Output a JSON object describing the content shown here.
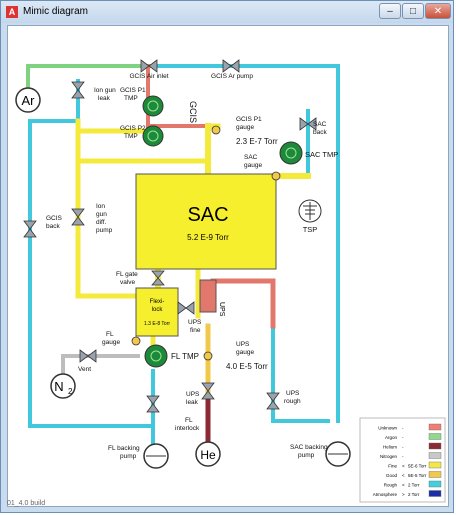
{
  "window": {
    "title": "Mimic diagram",
    "app_icon": "app-logo-icon",
    "buttons": {
      "minimize": "–",
      "maximize": "□",
      "close": "✕"
    }
  },
  "labels": {
    "gcis_air_inlet": "GCIS Air inlet",
    "gcis_ar_pump": "GCIS Ar pump",
    "ar": "Ar",
    "ion_gun_leak_1": "Ion gun",
    "ion_gun_leak_2": "leak",
    "gcis_p1_tmp_1": "GCIS P1",
    "gcis_p1_tmp_2": "TMP",
    "gcis_p2_tmp_1": "GCIS P2",
    "gcis_p2_tmp_2": "TMP",
    "gcis": "GCIS",
    "gcis_p1_gauge_1": "GCIS P1",
    "gcis_p1_gauge_2": "gauge",
    "gcis_p1_pressure": "2.3 E-7 Torr",
    "sac_back_1": "SAC",
    "sac_back_2": "back",
    "sac_gauge_1": "SAC",
    "sac_gauge_2": "gauge",
    "sac_tmp": "SAC TMP",
    "tsp": "TSP",
    "sac": "SAC",
    "sac_pressure": "5.2 E-9 Torr",
    "gcis_back_1": "GCIS",
    "gcis_back_2": "back",
    "ion_gun_diff_1": "Ion",
    "ion_gun_diff_2": "gun",
    "ion_gun_diff_3": "diff.",
    "ion_gun_diff_4": "pump",
    "fl_gate_1": "FL gate",
    "fl_gate_2": "valve",
    "flexi_lock_1": "Flexi-",
    "flexi_lock_2": "lock",
    "flexi_pressure": "1.3 E-8 Torr",
    "ups": "UPS",
    "ups_fine_1": "UPS",
    "ups_fine_2": "fine",
    "fl_gauge_1": "FL",
    "fl_gauge_2": "gauge",
    "ups_gauge_1": "UPS",
    "ups_gauge_2": "gauge",
    "ups_pressure": "4.0 E-5 Torr",
    "vent": "Vent",
    "fl_tmp": "FL TMP",
    "n2": "N",
    "n2_sub": "2",
    "ups_leak_1": "UPS",
    "ups_leak_2": "leak",
    "ups_rough_1": "UPS",
    "ups_rough_2": "rough",
    "fl_interlock_1": "FL",
    "fl_interlock_2": "interlock",
    "fl_backing_1": "FL backing",
    "fl_backing_2": "pump",
    "he": "He",
    "sac_backing_1": "SAC backing",
    "sac_backing_2": "pump"
  },
  "legend": {
    "rows": [
      {
        "name": "Unknown",
        "op": "-",
        "val": "",
        "color": "#ef7f72"
      },
      {
        "name": "Argon",
        "op": "-",
        "val": "",
        "color": "#8fd98f"
      },
      {
        "name": "Helium",
        "op": "-",
        "val": "",
        "color": "#8b2a32"
      },
      {
        "name": "Nitrogen",
        "op": "-",
        "val": "",
        "color": "#c8c8c8"
      },
      {
        "name": "Fine",
        "op": "<",
        "val": "5E-6 Torr",
        "color": "#f2e84a"
      },
      {
        "name": "Good",
        "op": "<",
        "val": "5E-5 Torr",
        "color": "#f2c84a"
      },
      {
        "name": "Rough",
        "op": "<",
        "val": "2 Torr",
        "color": "#41d0df"
      },
      {
        "name": "Atmosphere",
        "op": ">",
        "val": "2 Torr",
        "color": "#1d2fa8"
      }
    ]
  },
  "colors": {
    "yellow": "#f4ea3c",
    "cyan": "#42c8dc",
    "green_pipe": "#7fd27f",
    "red_pipe": "#e2786c",
    "helium": "#8b2a32",
    "nitrogen": "#bdbdbd",
    "pump_green": "#1d8a3a",
    "chamber": "#f6ef2e"
  },
  "status": {
    "text": "01_4.0 build"
  }
}
